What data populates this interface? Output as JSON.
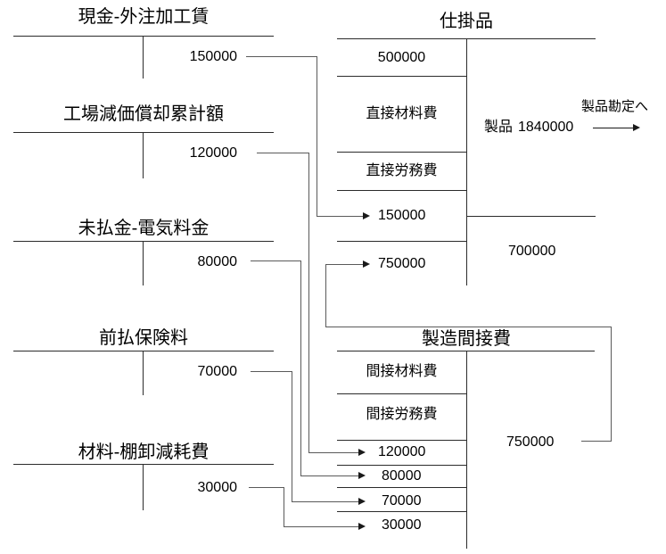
{
  "source_accounts": [
    {
      "title": "現金-外注加工賃",
      "amount": "150000"
    },
    {
      "title": "工場減価償却累計額",
      "amount": "120000"
    },
    {
      "title": "未払金-電気料金",
      "amount": "80000"
    },
    {
      "title": "前払保険料",
      "amount": "70000"
    },
    {
      "title": "材料-棚卸減耗費",
      "amount": "30000"
    }
  ],
  "work_in_process": {
    "title": "仕掛品",
    "debit": {
      "beginning_balance": "500000",
      "direct_materials_label": "直接材料費",
      "direct_labor_label": "直接労務費",
      "transfer_outsourcing": "150000",
      "transfer_overhead": "750000"
    },
    "credit": {
      "product_label": "製品",
      "product_amount": "1840000",
      "to_product_note": "製品勘定へ",
      "ending_balance": "700000"
    }
  },
  "manufacturing_overhead": {
    "title": "製造間接費",
    "debit": {
      "indirect_materials_label": "間接材料費",
      "indirect_labor_label": "間接労務費",
      "transfers": [
        "120000",
        "80000",
        "70000",
        "30000"
      ]
    },
    "credit": {
      "allocated_total": "750000"
    }
  },
  "colors": {
    "background": "#ffffff",
    "line": "#2b2b2b",
    "connector": "#5a5a5a",
    "text": "#000000"
  }
}
